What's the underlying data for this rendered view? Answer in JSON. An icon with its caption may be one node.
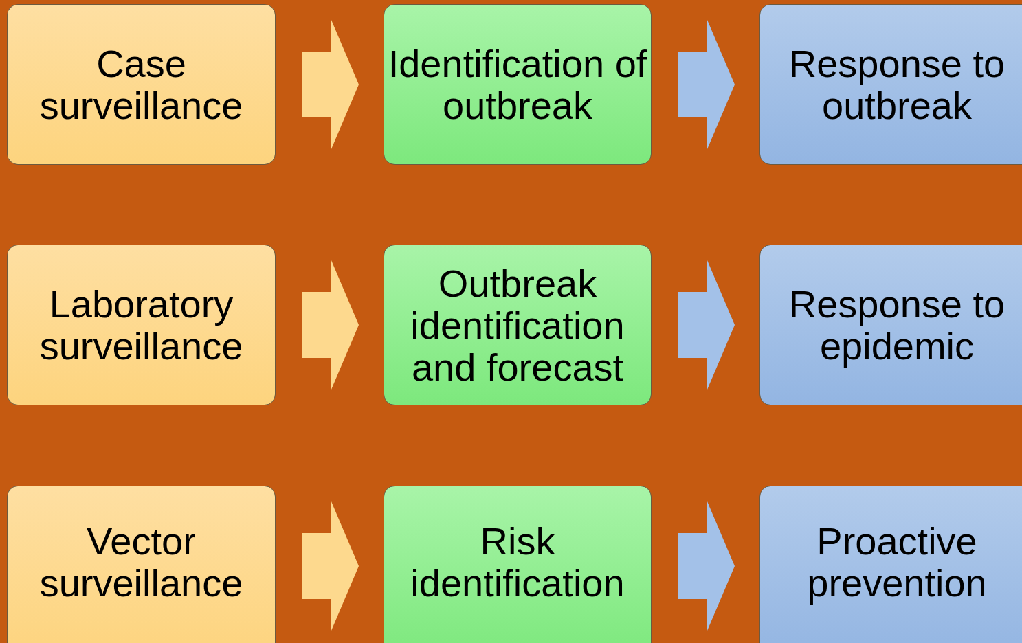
{
  "diagram": {
    "nodes": [
      {
        "text": [
          "Case surveillance"
        ]
      },
      {
        "text": [
          "Identification of outbreak"
        ]
      },
      {
        "text": [
          "Response to outbreak"
        ]
      },
      {
        "text": [
          "Laboratory surveillance"
        ]
      },
      {
        "text": [
          "Outbreak identification and forecast"
        ]
      },
      {
        "text": [
          "Response to epidemic"
        ]
      },
      {
        "text": [
          "Vector surveillance"
        ]
      },
      {
        "text": [
          "Risk identification"
        ]
      },
      {
        "text": [
          "Proactive prevention"
        ]
      }
    ],
    "edges": [
      {
        "from": 0,
        "to": 1,
        "arrow": "to",
        "style": "thick",
        "color": "#fdd98e"
      },
      {
        "from": 1,
        "to": 2,
        "arrow": "to",
        "style": "thick",
        "color": "#a3c1e8"
      },
      {
        "from": 3,
        "to": 4,
        "arrow": "to",
        "style": "thick",
        "color": "#fdd98e"
      },
      {
        "from": 4,
        "to": 5,
        "arrow": "to",
        "style": "thick",
        "color": "#a3c1e8"
      },
      {
        "from": 6,
        "to": 7,
        "arrow": "to",
        "style": "thick",
        "color": "#fdd98e"
      },
      {
        "from": 7,
        "to": 8,
        "arrow": "to",
        "style": "thick",
        "color": "#a3c1e8"
      }
    ]
  }
}
